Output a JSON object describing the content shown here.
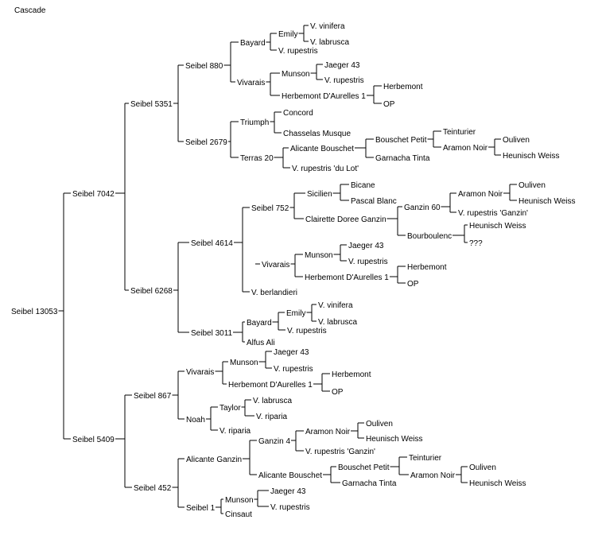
{
  "title": "Cascade",
  "colors": {
    "line": "#000000",
    "text": "#000000",
    "background": "#ffffff"
  },
  "tree": {
    "name": "Seibel 13053",
    "children": [
      {
        "name": "Seibel 7042",
        "children": [
          {
            "name": "Seibel 5351",
            "children": [
              {
                "name": "Seibel 880",
                "children": [
                  {
                    "name": "Bayard",
                    "children": [
                      {
                        "name": "Emily",
                        "children": [
                          {
                            "name": "V. vinifera"
                          },
                          {
                            "name": "V. labrusca"
                          }
                        ]
                      },
                      {
                        "name": "V. rupestris"
                      }
                    ]
                  },
                  {
                    "name": "Vivarais",
                    "children": [
                      {
                        "name": "Munson",
                        "children": [
                          {
                            "name": "Jaeger 43"
                          },
                          {
                            "name": "V. rupestris"
                          }
                        ]
                      },
                      {
                        "name": "Herbemont D'Aurelles 1",
                        "children": [
                          {
                            "name": "Herbemont"
                          },
                          {
                            "name": "OP"
                          }
                        ]
                      }
                    ]
                  }
                ]
              },
              {
                "name": "Seibel 2679",
                "children": [
                  {
                    "name": "Triumph",
                    "children": [
                      {
                        "name": "Concord"
                      },
                      {
                        "name": "Chasselas Musque"
                      }
                    ]
                  },
                  {
                    "name": "Terras 20",
                    "children": [
                      {
                        "name": "Alicante Bouschet",
                        "children": [
                          {
                            "name": "Bouschet Petit",
                            "children": [
                              {
                                "name": "Teinturier"
                              },
                              {
                                "name": "Aramon Noir",
                                "children": [
                                  {
                                    "name": "Ouliven"
                                  },
                                  {
                                    "name": "Heunisch Weiss"
                                  }
                                ]
                              }
                            ]
                          },
                          {
                            "name": "Garnacha Tinta"
                          }
                        ]
                      },
                      {
                        "name": "V. rupestris 'du Lot'"
                      }
                    ]
                  }
                ]
              }
            ]
          },
          {
            "name": "Seibel 6268",
            "children": [
              {
                "name": "Seibel 4614",
                "children": [
                  {
                    "name": "Seibel 752",
                    "children": [
                      {
                        "name": "Sicilien",
                        "children": [
                          {
                            "name": "Bicane"
                          },
                          {
                            "name": "Pascal Blanc"
                          }
                        ]
                      },
                      {
                        "name": "Clairette Doree Ganzin",
                        "children": [
                          {
                            "name": "Ganzin 60",
                            "children": [
                              {
                                "name": "Aramon Noir",
                                "children": [
                                  {
                                    "name": "Ouliven"
                                  },
                                  {
                                    "name": "Heunisch Weiss"
                                  }
                                ]
                              },
                              {
                                "name": "V. rupestris 'Ganzin'"
                              }
                            ]
                          },
                          {
                            "name": "Bourboulenc",
                            "children": [
                              {
                                "name": "Heunisch Weiss"
                              },
                              {
                                "name": "???"
                              }
                            ]
                          }
                        ]
                      }
                    ]
                  },
                  {
                    "name": "V. berlandieri",
                    "children": [
                      {
                        "name": "Vivarais",
                        "children": [
                          {
                            "name": "Munson",
                            "children": [
                              {
                                "name": "Jaeger 43"
                              },
                              {
                                "name": "V. rupestris"
                              }
                            ]
                          },
                          {
                            "name": "Herbemont D'Aurelles 1",
                            "children": [
                              {
                                "name": "Herbemont"
                              },
                              {
                                "name": "OP"
                              }
                            ]
                          }
                        ]
                      }
                    ]
                  }
                ]
              },
              {
                "name": "Seibel 3011",
                "children": [
                  {
                    "name": "Bayard",
                    "children": [
                      {
                        "name": "Emily",
                        "children": [
                          {
                            "name": "V. vinifera"
                          },
                          {
                            "name": "V. labrusca"
                          }
                        ]
                      },
                      {
                        "name": "V. rupestris"
                      }
                    ]
                  },
                  {
                    "name": "Alfus Ali"
                  }
                ]
              }
            ]
          }
        ]
      },
      {
        "name": "Seibel 5409",
        "children": [
          {
            "name": "Seibel 867",
            "children": [
              {
                "name": "Vivarais",
                "children": [
                  {
                    "name": "Munson",
                    "children": [
                      {
                        "name": "Jaeger 43"
                      },
                      {
                        "name": "V. rupestris"
                      }
                    ]
                  },
                  {
                    "name": "Herbemont D'Aurelles 1",
                    "children": [
                      {
                        "name": "Herbemont"
                      },
                      {
                        "name": "OP"
                      }
                    ]
                  }
                ]
              },
              {
                "name": "Noah",
                "children": [
                  {
                    "name": "Taylor",
                    "children": [
                      {
                        "name": "V. labrusca"
                      },
                      {
                        "name": "V. riparia"
                      }
                    ]
                  },
                  {
                    "name": "V. riparia"
                  }
                ]
              }
            ]
          },
          {
            "name": "Seibel 452",
            "children": [
              {
                "name": "Alicante Ganzin",
                "children": [
                  {
                    "name": "Ganzin 4",
                    "children": [
                      {
                        "name": "Aramon Noir",
                        "children": [
                          {
                            "name": "Ouliven"
                          },
                          {
                            "name": "Heunisch Weiss"
                          }
                        ]
                      },
                      {
                        "name": "V. rupestris 'Ganzin'"
                      }
                    ]
                  },
                  {
                    "name": "Alicante Bouschet",
                    "children": [
                      {
                        "name": "Bouschet Petit",
                        "children": [
                          {
                            "name": "Teinturier"
                          },
                          {
                            "name": "Aramon Noir",
                            "children": [
                              {
                                "name": "Ouliven"
                              },
                              {
                                "name": "Heunisch Weiss"
                              }
                            ]
                          }
                        ]
                      },
                      {
                        "name": "Garnacha Tinta"
                      }
                    ]
                  }
                ]
              },
              {
                "name": "Seibel 1",
                "children": [
                  {
                    "name": "Munson",
                    "children": [
                      {
                        "name": "Jaeger 43"
                      },
                      {
                        "name": "V. rupestris"
                      }
                    ]
                  },
                  {
                    "name": "Cinsaut"
                  }
                ]
              }
            ]
          }
        ]
      }
    ]
  }
}
